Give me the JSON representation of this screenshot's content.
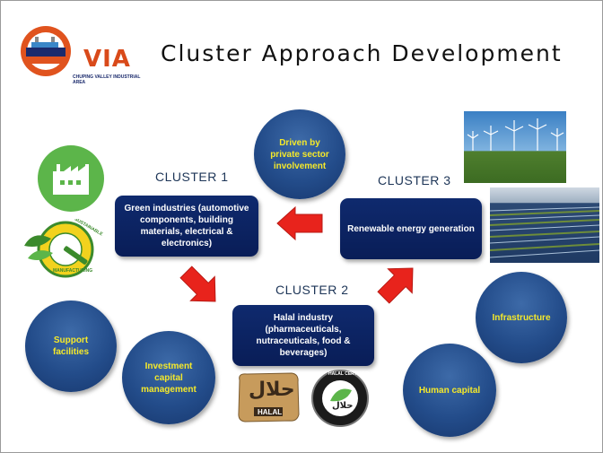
{
  "title": "Cluster Approach Development",
  "logo": {
    "text": "VIA",
    "subtitle": "CHUPING VALLEY INDUSTRIAL AREA"
  },
  "clusters": [
    {
      "label": "CLUSTER 1",
      "box": "Green industries (automotive components, building materials, electrical & electronics)"
    },
    {
      "label": "CLUSTER 2",
      "box": "Halal industry (pharmaceuticals, nutraceuticals, food & beverages)"
    },
    {
      "label": "CLUSTER 3",
      "box": "Renewable energy generation"
    }
  ],
  "circles": {
    "private": "Driven by private sector involvement",
    "support": "Support facilities",
    "investment": "Investment capital management",
    "infrastructure": "Infrastructure",
    "human": "Human capital"
  },
  "badges": {
    "sustainable_top": "SUSTAINABLE",
    "sustainable_bottom": "MANUFACTURING",
    "halal_script": "حلال",
    "halal_word": "HALAL",
    "halal_certified": "HALAL CERTIFIED"
  },
  "colors": {
    "box": "#0f2a6e",
    "circle": "#234c8a",
    "circle_text": "#f5e92a",
    "arrow": "#e8231c",
    "factory": "#5cb54a"
  }
}
